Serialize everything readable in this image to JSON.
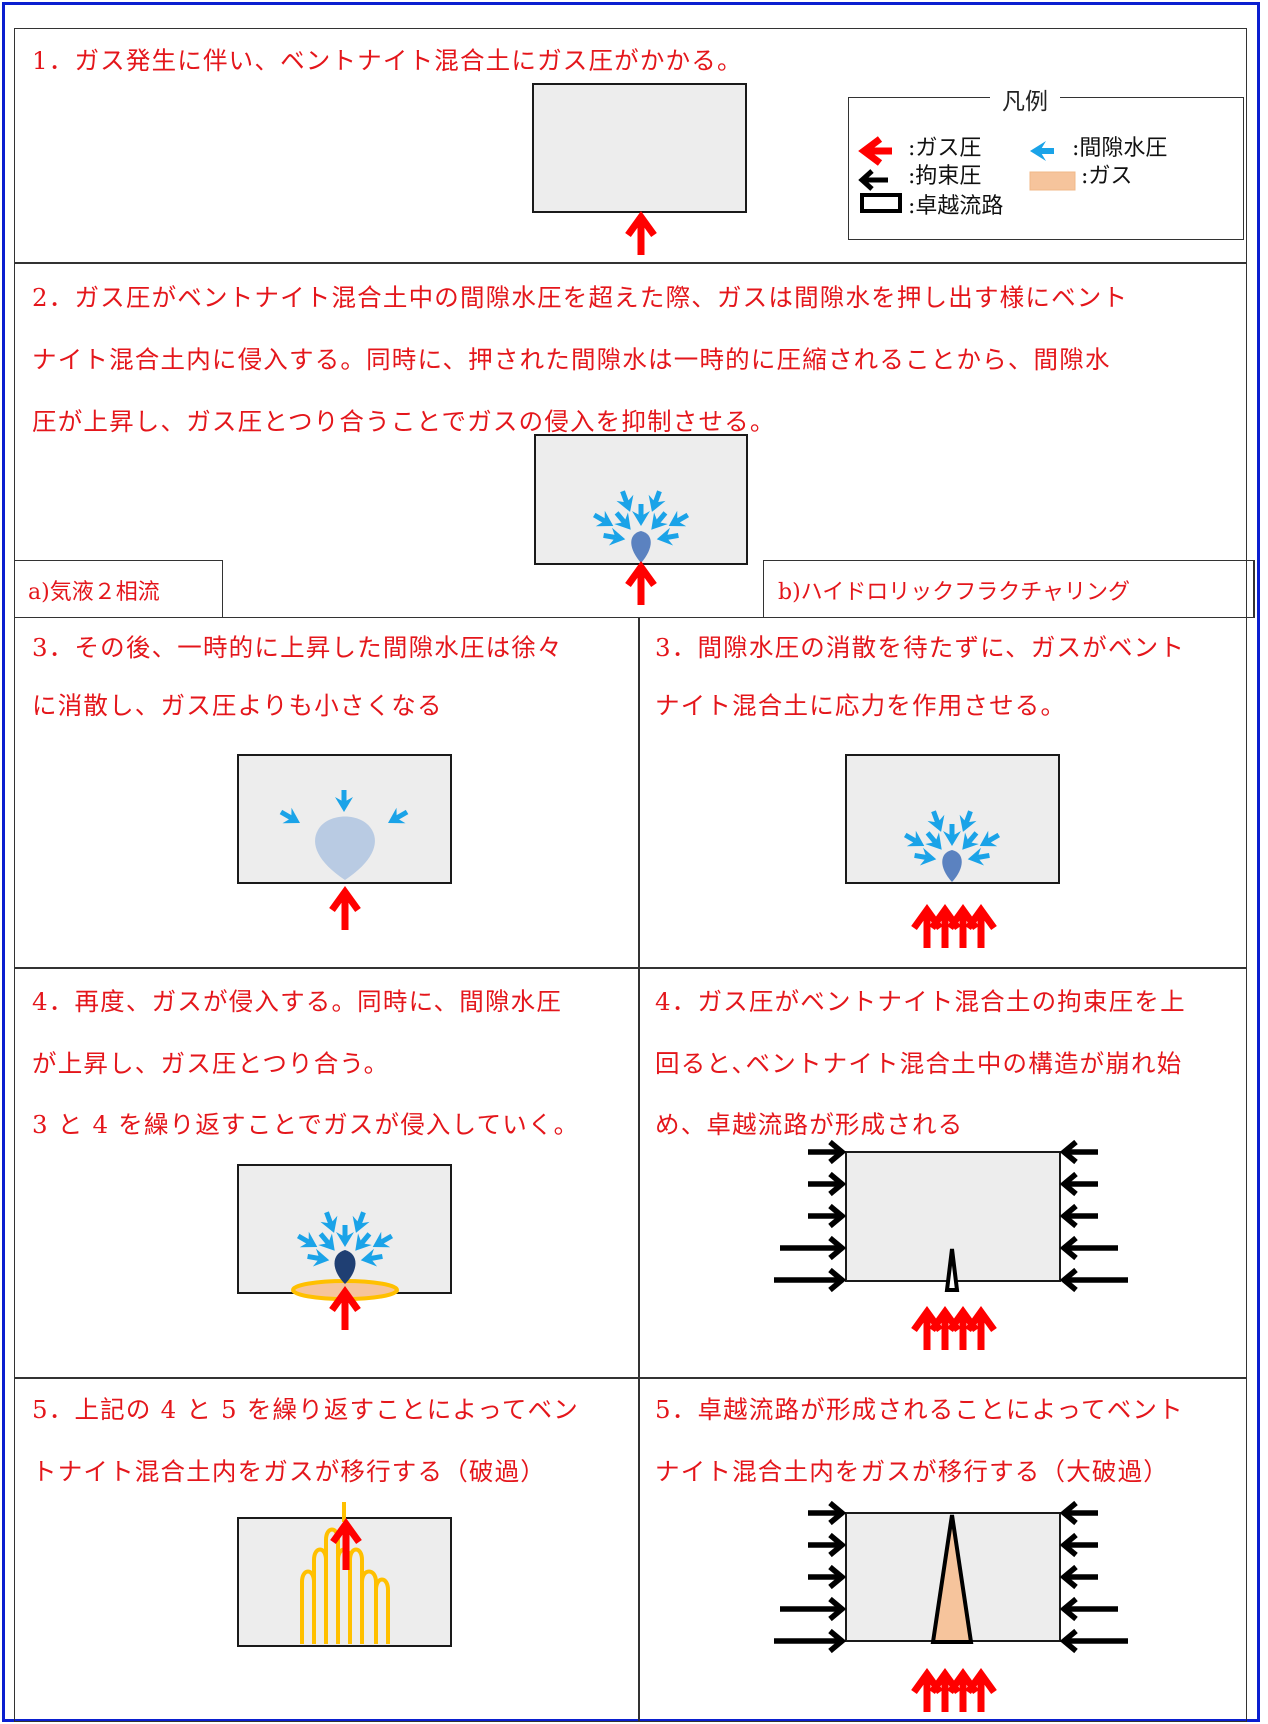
{
  "step1": {
    "text": "1．ガス発生に伴い、ベントナイト混合土にガス圧がかかる。"
  },
  "legend": {
    "title": "凡例",
    "gas_pressure": ":ガス圧",
    "pore_pressure": ":間隙水圧",
    "confining_pressure": ":拘束圧",
    "gas": ":ガス",
    "preferential_path": ":卓越流路"
  },
  "step2": {
    "lines": [
      "2．ガス圧がベントナイト混合土中の間隙水圧を超えた際、ガスは間隙水を押し出す様にベント",
      "ナイト混合土内に侵入する。同時に、押された間隙水は一時的に圧縮されることから、間隙水",
      "圧が上昇し、ガス圧とつり合うことでガスの侵入を抑制させる。"
    ],
    "label_a": "a)気液２相流",
    "label_b": "b)ハイドロリックフラクチャリング"
  },
  "step3_left": {
    "lines": [
      "3．その後、一時的に上昇した間隙水圧は徐々",
      "に消散し、ガス圧よりも小さくなる"
    ]
  },
  "step3_right": {
    "lines": [
      "3．間隙水圧の消散を待たずに、ガスがベント",
      "ナイト混合土に応力を作用させる。"
    ]
  },
  "step4_left": {
    "lines": [
      "4．再度、ガスが侵入する。同時に、間隙水圧",
      "が上昇し、ガス圧とつり合う。",
      "3 と 4 を繰り返すことでガスが侵入していく。"
    ]
  },
  "step4_right": {
    "lines": [
      "4．ガス圧がベントナイト混合土の拘束圧を上",
      "回ると､ベントナイト混合土中の構造が崩れ始",
      "め、卓越流路が形成される"
    ]
  },
  "step5_left": {
    "lines": [
      "5．上記の 4 と 5 を繰り返すことによってベン",
      "トナイト混合土内をガスが移行する（破過）"
    ]
  },
  "step5_right": {
    "lines": [
      "5．卓越流路が形成されることによってベント",
      "ナイト混合土内をガスが移行する（大破過）"
    ]
  },
  "colors": {
    "gas_arrow": "#ff0000",
    "pore_arrow": "#1aa3e8",
    "confining_arrow": "#000000",
    "gas_fill": "#f6c49c",
    "bubble": "#5b82c0",
    "bubble_light": "#b9cbe3",
    "bubble_dark": "#1f3f73",
    "crack": "#ffc000"
  }
}
